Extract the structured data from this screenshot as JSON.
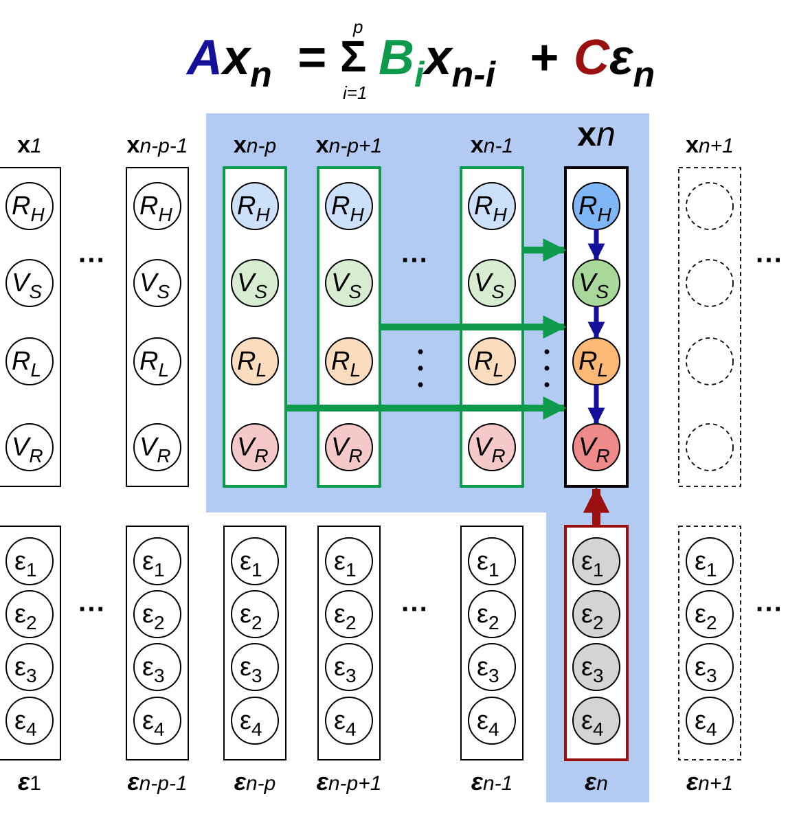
{
  "equation": {
    "A": "A",
    "x": "x",
    "n": "n",
    "equals": "=",
    "sigma": "Σ",
    "sum_upper": "p",
    "sum_lower": "i=1",
    "B": "B",
    "i": "i",
    "n_minus_i": "n-i",
    "plus": "+",
    "C": "C",
    "epsilon": "ε",
    "colors": {
      "A": "#14109a",
      "B": "#0e9a4c",
      "C": "#9a1010",
      "text": "#000000"
    }
  },
  "columns": [
    {
      "id": "x1",
      "label_main": "x",
      "label_sub": "1",
      "eps_main": "ε",
      "eps_sub": "1",
      "style": "plain",
      "eps_style": "plain"
    },
    {
      "id": "xn-p-1",
      "label_main": "x",
      "label_sub": "n-p-1",
      "eps_main": "ε",
      "eps_sub": "n-p-1",
      "style": "plain",
      "eps_style": "plain"
    },
    {
      "id": "xn-p",
      "label_main": "x",
      "label_sub": "n-p",
      "eps_main": "ε",
      "eps_sub": "n-p",
      "style": "lag",
      "eps_style": "plain"
    },
    {
      "id": "xn-p+1",
      "label_main": "x",
      "label_sub": "n-p+1",
      "eps_main": "ε",
      "eps_sub": "n-p+1",
      "style": "lag",
      "eps_style": "plain"
    },
    {
      "id": "xn-1",
      "label_main": "x",
      "label_sub": "n-1",
      "eps_main": "ε",
      "eps_sub": "n-1",
      "style": "lag",
      "eps_style": "plain"
    },
    {
      "id": "xn",
      "label_main": "x",
      "label_sub": "n",
      "eps_main": "ε",
      "eps_sub": "n",
      "style": "current",
      "eps_style": "current"
    },
    {
      "id": "xn+1",
      "label_main": "x",
      "label_sub": "n+1",
      "eps_main": "ε",
      "eps_sub": "n+1",
      "style": "future",
      "eps_style": "future"
    }
  ],
  "variables": [
    {
      "main": "R",
      "sub": "H",
      "light": "#cce0fa",
      "strong": "#7fb6f5"
    },
    {
      "main": "V",
      "sub": "S",
      "light": "#d7ecd0",
      "strong": "#a8d99b"
    },
    {
      "main": "R",
      "sub": "L",
      "light": "#fcdcbf",
      "strong": "#fbb877"
    },
    {
      "main": "V",
      "sub": "R",
      "light": "#f5c9c9",
      "strong": "#ef8a8a"
    }
  ],
  "noise_terms": [
    {
      "main": "ε",
      "sub": "1"
    },
    {
      "main": "ε",
      "sub": "2"
    },
    {
      "main": "ε",
      "sub": "3"
    },
    {
      "main": "ε",
      "sub": "4"
    }
  ],
  "ellipsis": "···",
  "vertical_ellipsis": "⋮",
  "colors": {
    "highlight": "#b3cbf2",
    "lag_border": "#0e9a4c",
    "current_border": "#000000",
    "noise_border": "#9a1010",
    "noise_fill": "#d4d4d4",
    "within_arrow": "#14109a",
    "lag_arrow": "#0e9a4c",
    "noise_arrow": "#9a1010"
  }
}
